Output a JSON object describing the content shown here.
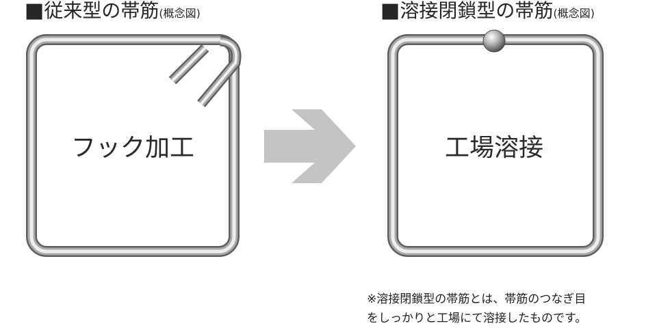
{
  "headings": {
    "left": {
      "marker": "■",
      "title": "従来型の帯筋",
      "sub": "(概念図)"
    },
    "right": {
      "marker": "■",
      "title": "溶接閉鎖型の帯筋",
      "sub": "(概念図)"
    }
  },
  "boxes": {
    "left_label": "フック加工",
    "right_label": "工場溶接"
  },
  "note": {
    "line1": "※溶接閉鎖型の帯筋とは、帯筋のつなぎ目",
    "line2": "をしっかりと工場にて溶接したものです。"
  },
  "colors": {
    "bar_dark": "#5a5a5a",
    "bar_light": "#f4f4f4",
    "arrow": "#c4c4c4"
  }
}
